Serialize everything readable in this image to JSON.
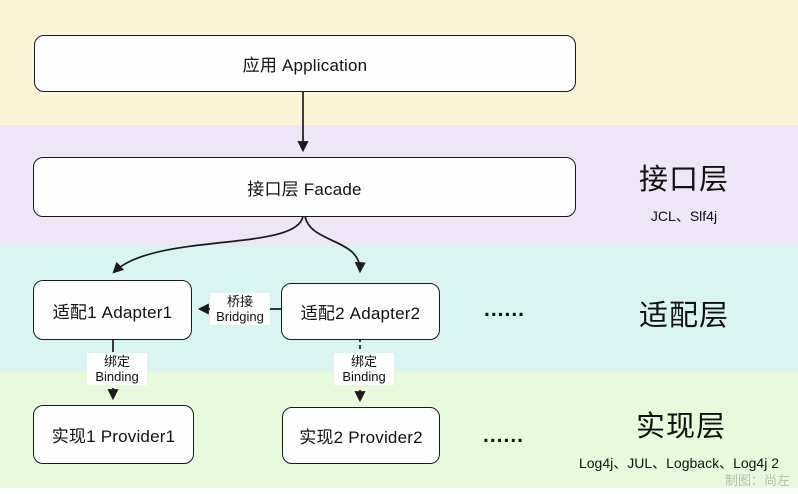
{
  "nodes": {
    "application": {
      "label": "应用 Application"
    },
    "facade": {
      "label": "接口层 Facade"
    },
    "adapter1": {
      "label": "适配1 Adapter1"
    },
    "adapter2": {
      "label": "适配2 Adapter2"
    },
    "provider1": {
      "label": "实现1 Provider1"
    },
    "provider2": {
      "label": "实现2 Provider2"
    }
  },
  "layers": {
    "facade": {
      "title": "接口层",
      "subtitle": "JCL、Slf4j"
    },
    "adapter": {
      "title": "适配层",
      "ellipsis": "......"
    },
    "provider": {
      "title": "实现层",
      "subtitle": "Log4j、JUL、Logback、Log4j 2",
      "ellipsis": "......"
    }
  },
  "edges": {
    "bridging": {
      "label_zh": "桥接",
      "label_en": "Bridging"
    },
    "binding1": {
      "label_zh": "绑定",
      "label_en": "Binding"
    },
    "binding2": {
      "label_zh": "绑定",
      "label_en": "Binding"
    }
  },
  "watermark": "制图：尚左",
  "colors": {
    "band_application": "#fcf4d7",
    "band_facade": "#eee5f7",
    "band_adapter": "#d8f5f2",
    "band_provider": "#e7fbdc",
    "node_border": "#1a1a1a",
    "node_bg": "#fefefe",
    "text": "#111111",
    "watermark": "#b2c1ab"
  }
}
